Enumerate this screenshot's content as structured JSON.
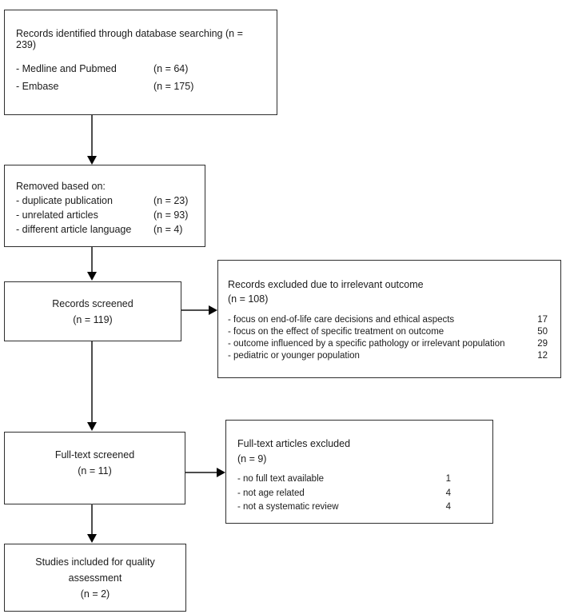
{
  "diagram": {
    "identified": {
      "title": "Records identified through database searching (n = 239)",
      "items": [
        {
          "label": "- Medline and Pubmed",
          "value": "(n = 64)"
        },
        {
          "label": "- Embase",
          "value": "(n = 175)"
        }
      ]
    },
    "removed": {
      "title": "Removed based on:",
      "items": [
        {
          "label": "- duplicate publication",
          "value": "(n = 23)"
        },
        {
          "label": "- unrelated articles",
          "value": "(n = 93)"
        },
        {
          "label": "- different article language",
          "value": "(n = 4)"
        }
      ]
    },
    "screened": {
      "line1": "Records screened",
      "line2": "(n = 119)"
    },
    "excluded_records": {
      "title": "Records excluded due to irrelevant outcome",
      "count": "(n = 108)",
      "items": [
        {
          "label": "- focus on end-of-life care decisions and ethical aspects",
          "value": "17"
        },
        {
          "label": "- focus on the effect of specific treatment on outcome",
          "value": "50"
        },
        {
          "label": "- outcome influenced by a specific pathology or irrelevant population",
          "value": "29"
        },
        {
          "label": "- pediatric or younger population",
          "value": "12"
        }
      ]
    },
    "fulltext": {
      "line1": "Full-text screened",
      "line2": "(n = 11)"
    },
    "excluded_fulltext": {
      "title": "Full-text articles excluded",
      "count": "(n = 9)",
      "items": [
        {
          "label": "- no full text available",
          "value": "1"
        },
        {
          "label": "- not age related",
          "value": "4"
        },
        {
          "label": "- not a systematic review",
          "value": "4"
        }
      ]
    },
    "included": {
      "line1": "Studies included for quality",
      "line2": "assessment",
      "line3": "(n = 2)"
    }
  }
}
